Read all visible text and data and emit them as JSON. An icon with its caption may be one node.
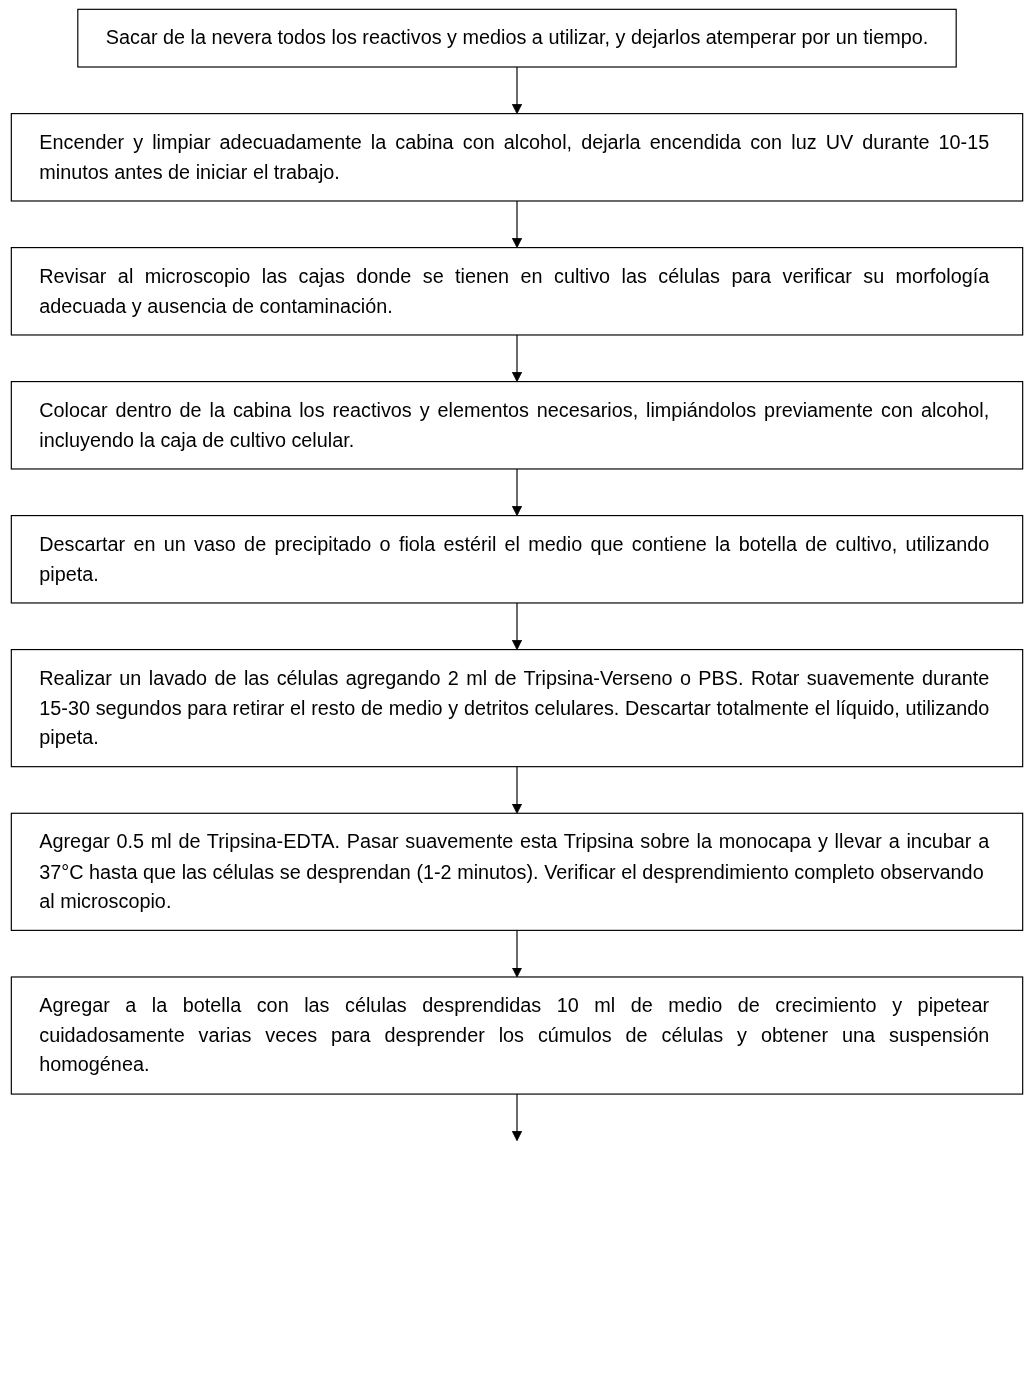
{
  "diagram": {
    "nodes": [
      {
        "text": [
          "Sacar de la nevera todos los reactivos y medios a utilizar, y dejarlos atemperar por un tiempo."
        ]
      },
      {
        "text": [
          "Encender y limpiar adecuadamente la cabina con alcohol, dejarla encendida con luz UV durante 10-15 minutos antes de iniciar el trabajo."
        ]
      },
      {
        "text": [
          "Revisar al microscopio las cajas donde se tienen en cultivo las células para verificar su morfología adecuada y ausencia de contaminación."
        ]
      },
      {
        "text": [
          "Colocar dentro de la cabina los reactivos y elementos necesarios, limpiándolos previamente con alcohol, incluyendo la caja de cultivo celular."
        ]
      },
      {
        "text": [
          "Descartar en un vaso de precipitado o fiola estéril el medio que contiene la botella de cultivo, utilizando pipeta."
        ]
      },
      {
        "text": [
          "Realizar un lavado de las células agregando 2 ml de Tripsina-Verseno o PBS. Rotar suavemente durante 15-30 segundos para retirar el resto de medio y detritos celulares. Descartar totalmente el líquido, utilizando pipeta."
        ]
      },
      {
        "text": [
          "Agregar 0.5 ml de Tripsina-EDTA. Pasar suavemente esta Tripsina sobre la monocapa y llevar a incubar a 37°C hasta que las células se desprendan (1-2 minutos). Verificar el desprendimiento completo observando  al microscopio."
        ]
      },
      {
        "text": [
          "Agregar a la botella con las células desprendidas 10 ml de medio de crecimiento y pipetear cuidadosamente varias veces para desprender los cúmulos de células y obtener una suspensión homogénea."
        ]
      }
    ],
    "edges": [
      {
        "from": 0,
        "to": 1,
        "arrow": "to"
      },
      {
        "from": 1,
        "to": 2,
        "arrow": "to"
      },
      {
        "from": 2,
        "to": 3,
        "arrow": "to"
      },
      {
        "from": 3,
        "to": 4,
        "arrow": "to"
      },
      {
        "from": 4,
        "to": 5,
        "arrow": "to"
      },
      {
        "from": 5,
        "to": 6,
        "arrow": "to"
      },
      {
        "from": 6,
        "to": 7,
        "arrow": "to"
      },
      {
        "from": 7,
        "to": null,
        "arrow": "to"
      }
    ]
  }
}
